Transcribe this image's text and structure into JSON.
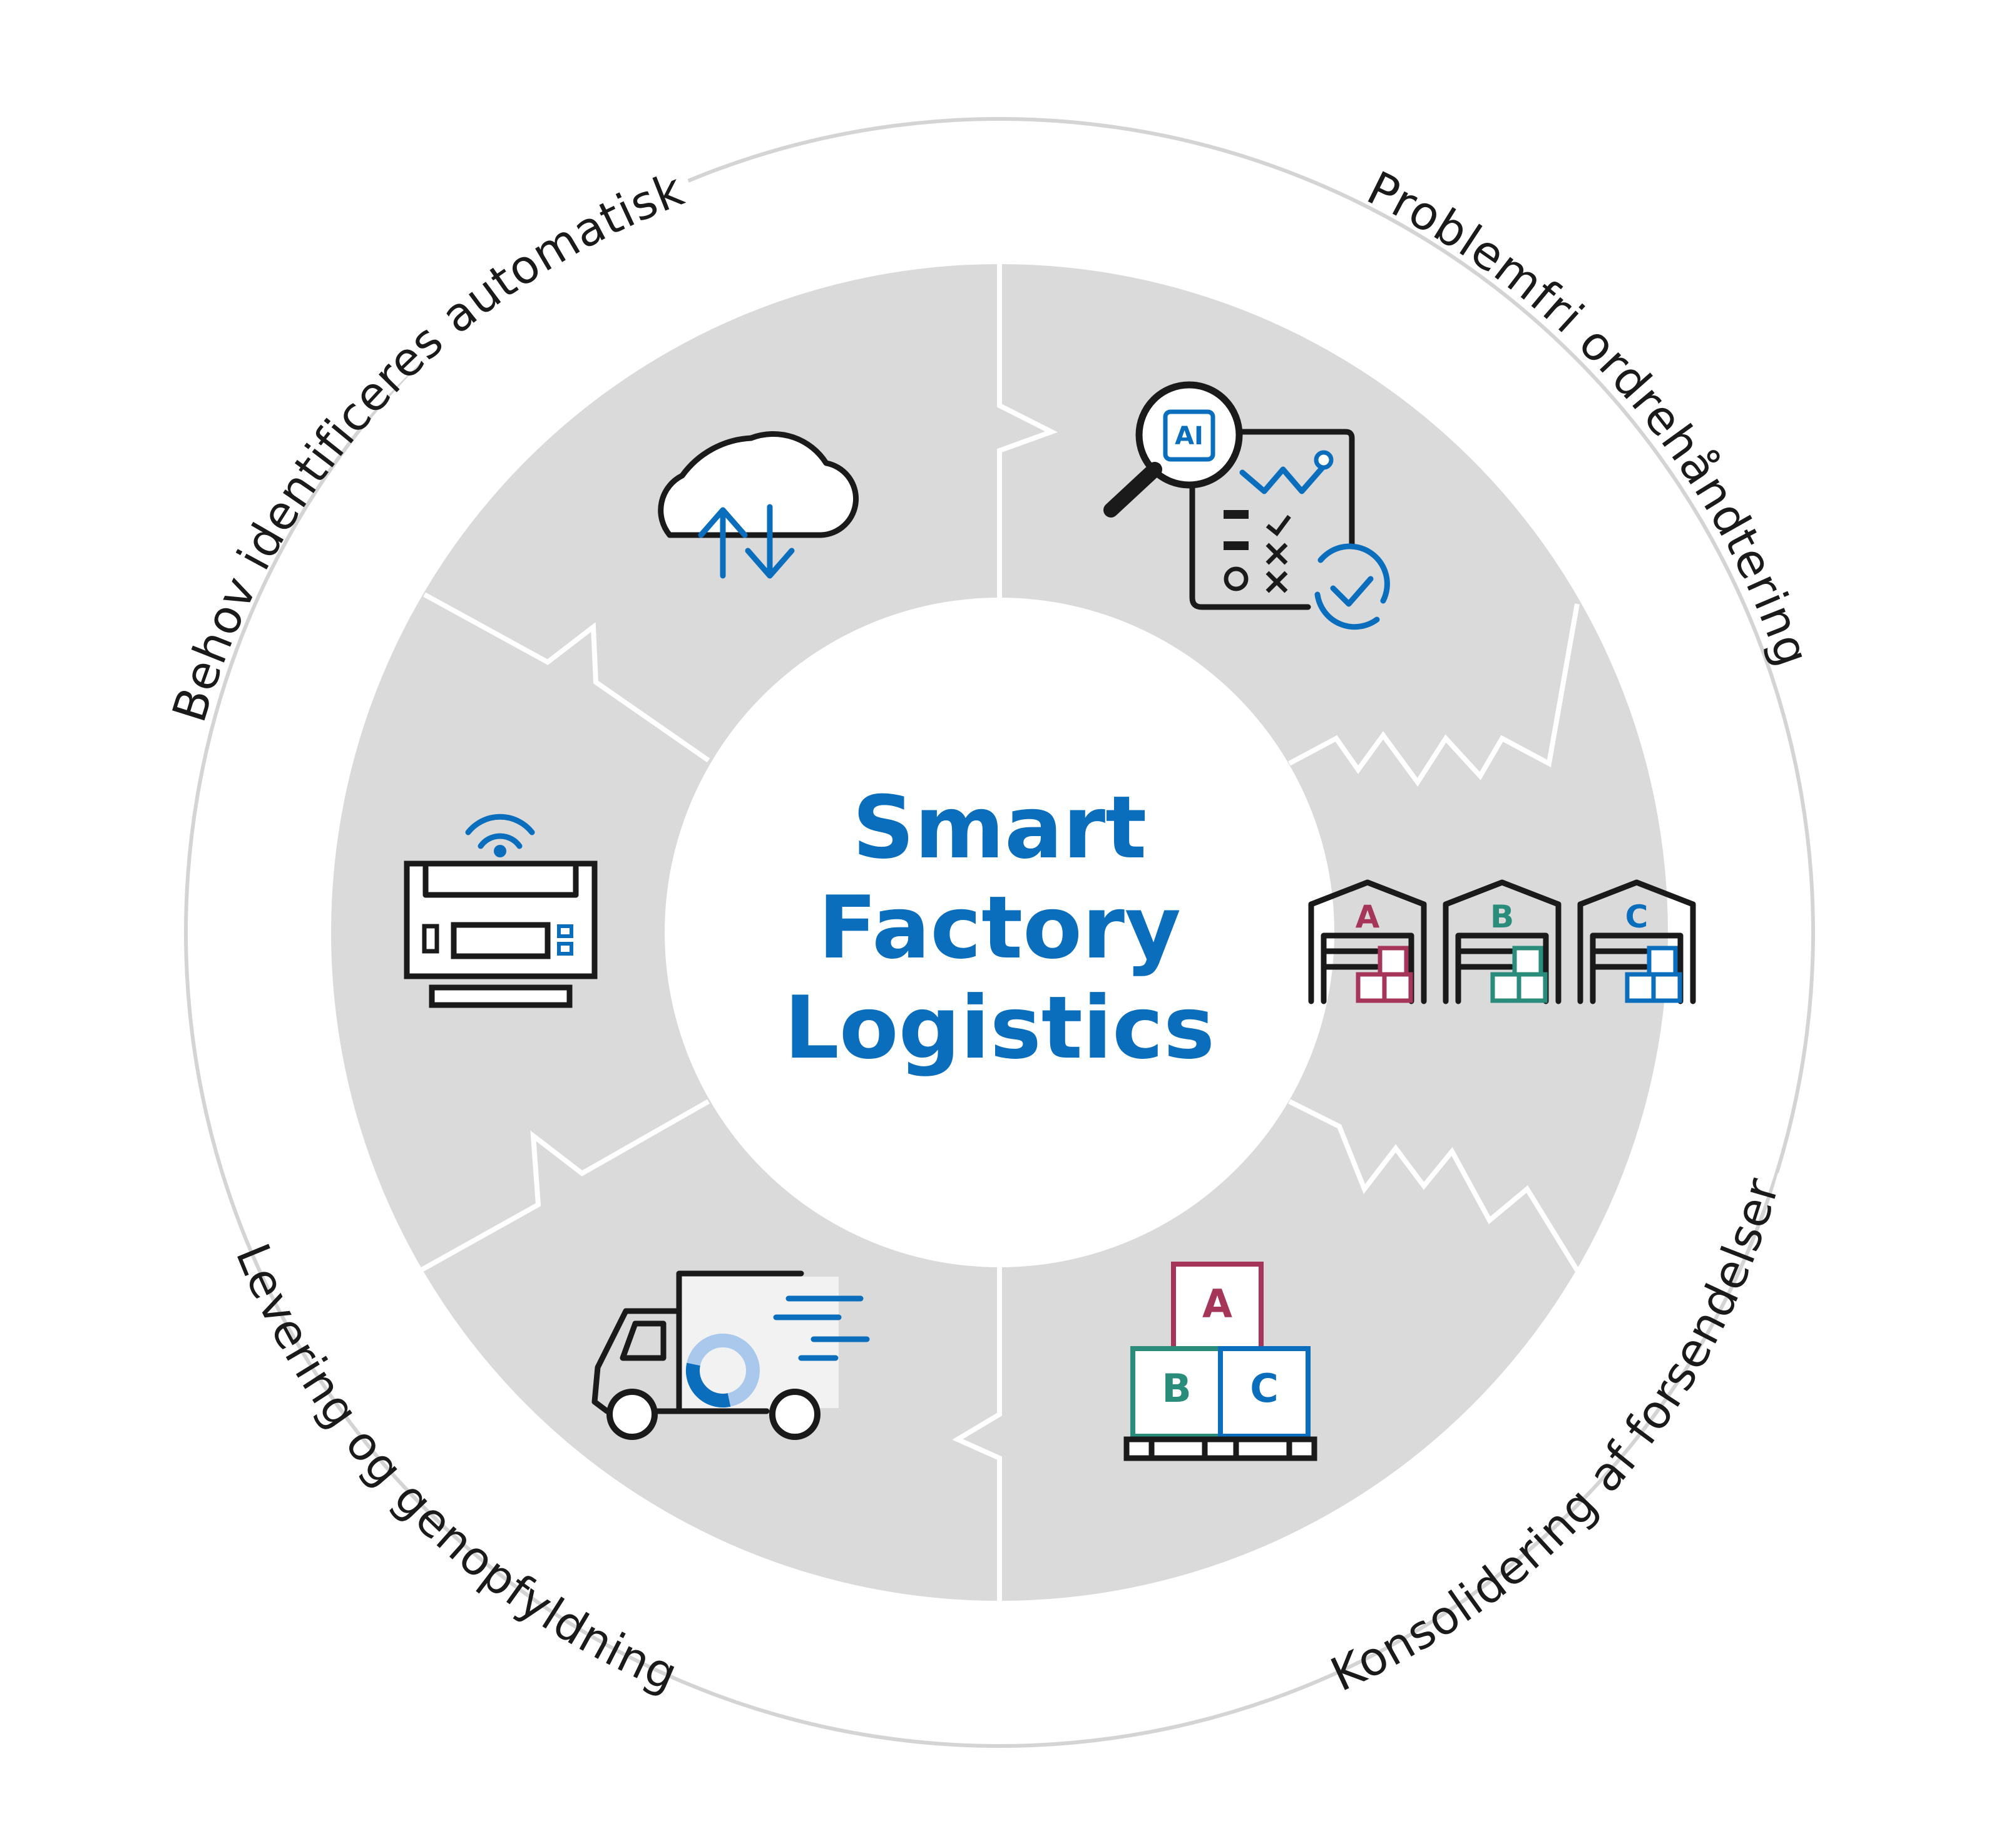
{
  "center": {
    "lines": [
      "Smart",
      "Factory",
      "Logistics"
    ]
  },
  "steps": [
    {
      "label": "Behov identificeres automatisk",
      "icon": "cloud-sync-icon"
    },
    {
      "label": "Problemfri ordrehåndtering",
      "icon": "ai-order-checklist-icon"
    },
    {
      "label": "Konsolidering af forsendelser",
      "icon": "pallet-boxes-icon"
    },
    {
      "label": "Levering og genopfyldning",
      "icon": "delivery-truck-icon"
    }
  ],
  "ring_icons": [
    "cloud-sync-icon",
    "ai-order-checklist-icon",
    "warehouses-abc-icon",
    "pallet-boxes-icon",
    "delivery-truck-icon",
    "wifi-device-icon"
  ],
  "warehouses": [
    "A",
    "B",
    "C"
  ],
  "pallet_boxes": [
    "A",
    "B",
    "C"
  ],
  "ai_badge": "AI",
  "colors": {
    "accent_blue": "#0a6ebd",
    "light_blue": "#a9c8ec",
    "ring_gray": "#dadada",
    "outer_circle": "#d4d4d4",
    "box_a": "#a6355a",
    "box_b": "#2a8c7a",
    "box_c": "#0a6ebd",
    "line_dark": "#1a1a1a"
  }
}
